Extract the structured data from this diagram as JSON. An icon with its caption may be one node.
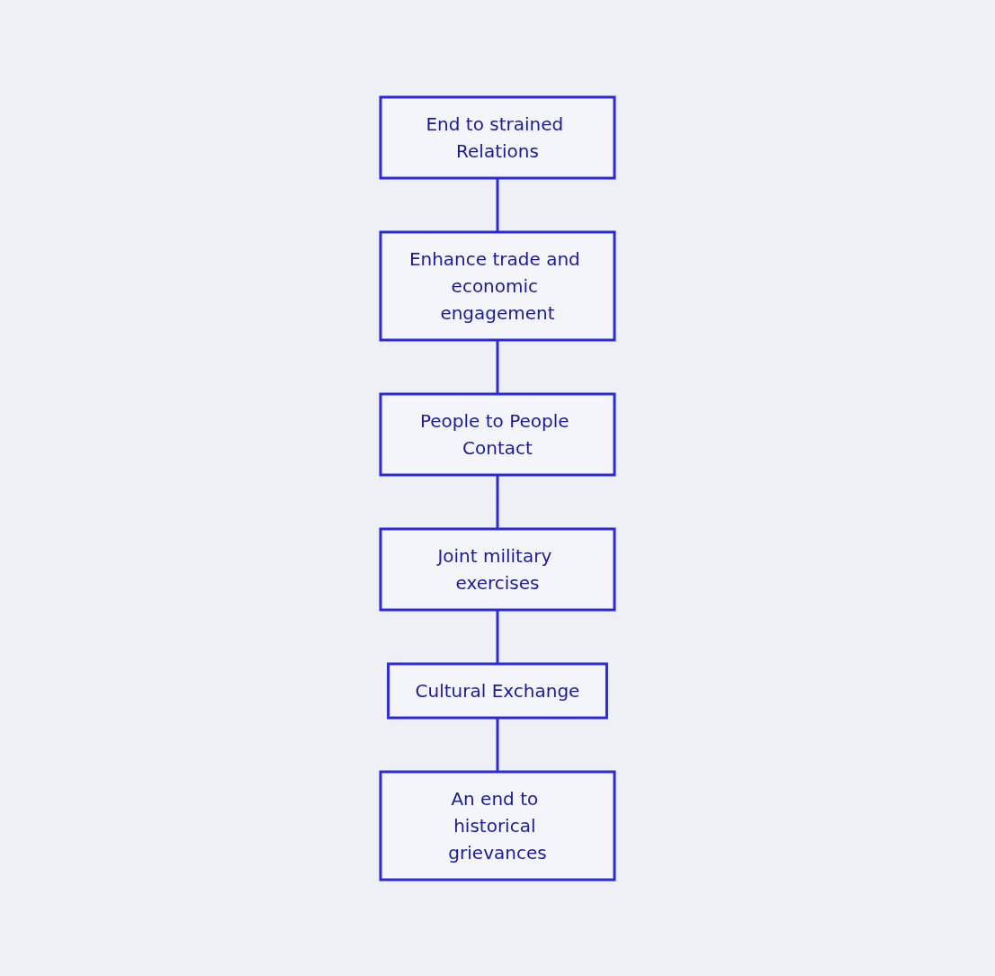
{
  "diagram": {
    "nodes": [
      {
        "text": [
          "End to strained Relations"
        ]
      },
      {
        "text": [
          "Enhance trade and economic engagement"
        ]
      },
      {
        "text": [
          "People to People Contact"
        ]
      },
      {
        "text": [
          "Joint military exercises"
        ]
      },
      {
        "text": [
          "Cultural Exchange"
        ]
      },
      {
        "text": [
          "An end to historical grievances"
        ]
      }
    ],
    "edges": [
      {
        "from": 0,
        "to": 1,
        "arrow": "none"
      },
      {
        "from": 1,
        "to": 2,
        "arrow": "none"
      },
      {
        "from": 2,
        "to": 3,
        "arrow": "none"
      },
      {
        "from": 3,
        "to": 4,
        "arrow": "none"
      },
      {
        "from": 4,
        "to": 5,
        "arrow": "none"
      }
    ]
  }
}
